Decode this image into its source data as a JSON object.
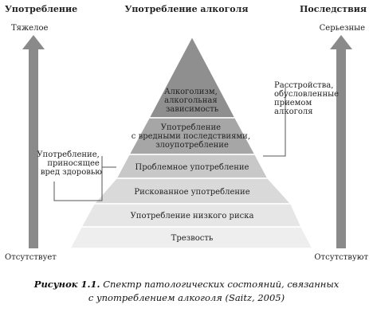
{
  "headers": {
    "left": "Употребление",
    "center": "Употребление алкоголя",
    "right": "Последствия"
  },
  "left_axis": {
    "top": "Тяжелое",
    "bottom": "Отсутствует"
  },
  "right_axis": {
    "top": "Серьезные",
    "bottom": "Отсутствуют"
  },
  "levels": [
    {
      "lines": [
        "Алкоголизм,",
        "алкогольная",
        "зависимость"
      ],
      "fill": "#8f8f8f"
    },
    {
      "lines": [
        "Употребление",
        "с вредными последствиями,",
        "злоупотребление"
      ],
      "fill": "#a6a6a6"
    },
    {
      "lines": [
        "Проблемное употребление"
      ],
      "fill": "#c8c8c8"
    },
    {
      "lines": [
        "Рискованное употребление"
      ],
      "fill": "#d9d9d9"
    },
    {
      "lines": [
        "Употребление низкого риска"
      ],
      "fill": "#e6e6e6"
    },
    {
      "lines": [
        "Трезвость"
      ],
      "fill": "#eeeeee"
    }
  ],
  "annotations": {
    "left": [
      "Употребление,",
      "приносящее",
      "вред здоровью"
    ],
    "right": [
      "Расстройства,",
      "обусловленные",
      "приемом",
      "алкоголя"
    ]
  },
  "caption": {
    "label": "Рисунок 1.1.",
    "line1": "Спектр патологических состояний, связанных",
    "line2": "с употреблением алкоголя (Saitz, 2005)"
  },
  "colors": {
    "arrow": "#8a8a8a",
    "outline": "#ffffff",
    "text": "#222222"
  }
}
